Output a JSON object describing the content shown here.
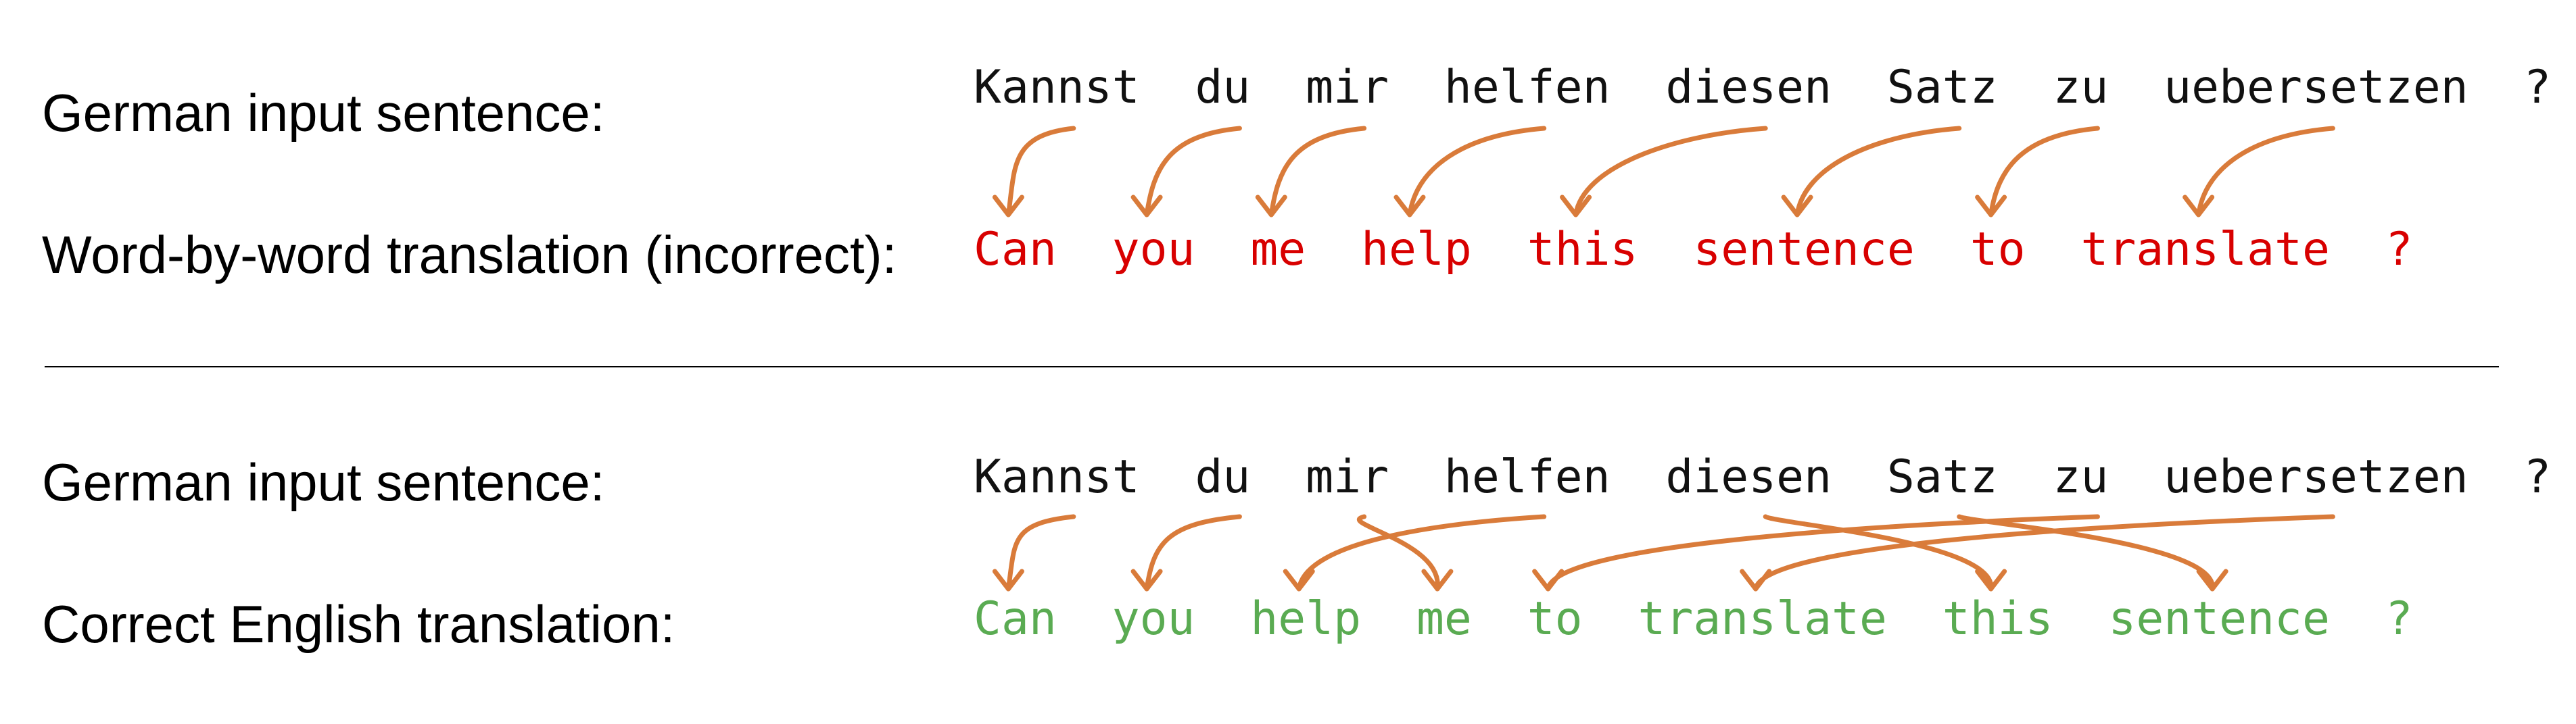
{
  "panels": [
    {
      "source_label": "German input sentence:",
      "target_label": "Word-by-word translation (incorrect):",
      "source_words": [
        "Kannst",
        "du",
        "mir",
        "helfen",
        "diesen",
        "Satz",
        "zu",
        "uebersetzen",
        "?"
      ],
      "target_words": [
        "Can",
        "you",
        "me",
        "help",
        "this",
        "sentence",
        "to",
        "translate",
        "?"
      ],
      "target_color": "#d80000",
      "alignment": [
        [
          0,
          0
        ],
        [
          1,
          1
        ],
        [
          2,
          2
        ],
        [
          3,
          3
        ],
        [
          4,
          4
        ],
        [
          5,
          5
        ],
        [
          6,
          6
        ],
        [
          7,
          7
        ]
      ]
    },
    {
      "source_label": "German input sentence:",
      "target_label": "Correct English translation:",
      "source_words": [
        "Kannst",
        "du",
        "mir",
        "helfen",
        "diesen",
        "Satz",
        "zu",
        "uebersetzen",
        "?"
      ],
      "target_words": [
        "Can",
        "you",
        "help",
        "me",
        "to",
        "translate",
        "this",
        "sentence",
        "?"
      ],
      "target_color": "#5aab52",
      "alignment": [
        [
          0,
          0
        ],
        [
          1,
          1
        ],
        [
          2,
          3
        ],
        [
          3,
          2
        ],
        [
          4,
          6
        ],
        [
          5,
          7
        ],
        [
          6,
          4
        ],
        [
          7,
          5
        ]
      ]
    }
  ],
  "arrow_color": "#d97b3a"
}
